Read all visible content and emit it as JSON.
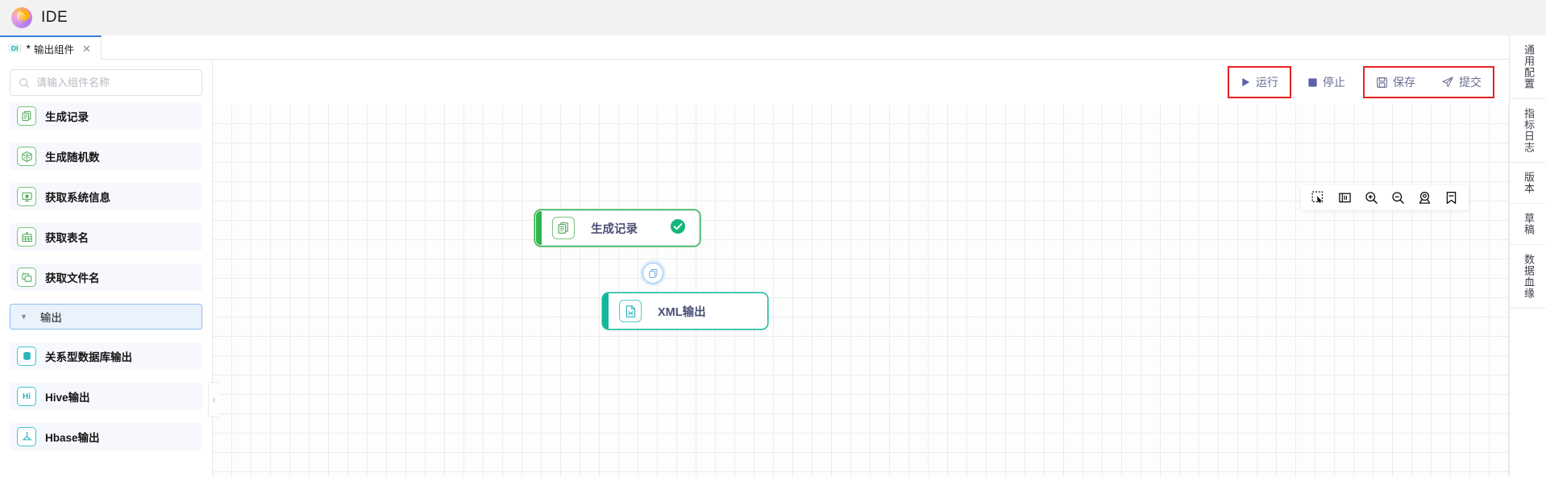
{
  "app": {
    "title": "IDE",
    "logo_icon": "swirl-logo-icon"
  },
  "tabbar": {
    "tabs": [
      {
        "badge": "DI",
        "dirty_marker": "*",
        "label": "输出组件",
        "close_icon": "close-icon"
      }
    ],
    "collapse_all_icon": "chevron-double-down-icon"
  },
  "left_panel": {
    "search": {
      "placeholder": "请输入组件名称",
      "value": "",
      "icon": "search-icon"
    },
    "components": [
      {
        "label": "生成记录",
        "icon": "document-copy-icon",
        "color": "green"
      },
      {
        "label": "生成随机数",
        "icon": "dice-cube-icon",
        "color": "green"
      },
      {
        "label": "获取系统信息",
        "icon": "monitor-info-icon",
        "color": "green"
      },
      {
        "label": "获取表名",
        "icon": "table-plus-icon",
        "color": "green"
      },
      {
        "label": "获取文件名",
        "icon": "file-folder-icon",
        "color": "green"
      }
    ],
    "group": {
      "label": "输出",
      "caret_icon": "caret-down-icon",
      "expanded": true
    },
    "group_items": [
      {
        "label": "关系型数据库输出",
        "icon": "database-icon",
        "color": "teal",
        "icon_text": ""
      },
      {
        "label": "Hive输出",
        "icon": "hive-icon",
        "color": "teal",
        "icon_text": "Hi"
      },
      {
        "label": "Hbase输出",
        "icon": "hbase-icon",
        "color": "teal",
        "icon_text": ""
      }
    ],
    "collapse_handle_icon": "chevron-left-icon"
  },
  "toolbar": {
    "run_label": "运行",
    "run_icon": "play-icon",
    "stop_label": "停止",
    "stop_icon": "stop-square-icon",
    "save_label": "保存",
    "save_icon": "floppy-save-icon",
    "submit_label": "提交",
    "submit_icon": "paper-plane-icon",
    "highlight_color": "#e52222"
  },
  "canvas_toolbar": {
    "items": [
      {
        "icon": "marquee-select-icon",
        "name": "select-area"
      },
      {
        "icon": "auto-layout-icon",
        "name": "auto-layout"
      },
      {
        "icon": "zoom-in-icon",
        "name": "zoom-in"
      },
      {
        "icon": "zoom-out-icon",
        "name": "zoom-out"
      },
      {
        "icon": "locate-center-icon",
        "name": "locate-center"
      },
      {
        "icon": "bookmark-icon",
        "name": "bookmark"
      }
    ]
  },
  "canvas": {
    "nodes": [
      {
        "id": "gen",
        "label": "生成记录",
        "icon": "document-copy-icon",
        "accent_color": "#2fb74e",
        "status_icon": "check-circle-icon",
        "status_color": "#13b57b"
      },
      {
        "id": "xml",
        "label": "XML输出",
        "icon": "xml-file-icon",
        "accent_color": "#12b89b",
        "status_icon": "",
        "status_color": ""
      }
    ],
    "edge": {
      "from": "gen",
      "to": "xml",
      "badge_icon": "copy-icon",
      "badge_color": "#8fc4f4",
      "line_color": "#8a8f96"
    }
  },
  "right_rail": {
    "items": [
      {
        "label": "通用配置"
      },
      {
        "label": "指标日志"
      },
      {
        "label": "版本"
      },
      {
        "label": "草稿"
      },
      {
        "label": "数据血缘"
      }
    ]
  }
}
